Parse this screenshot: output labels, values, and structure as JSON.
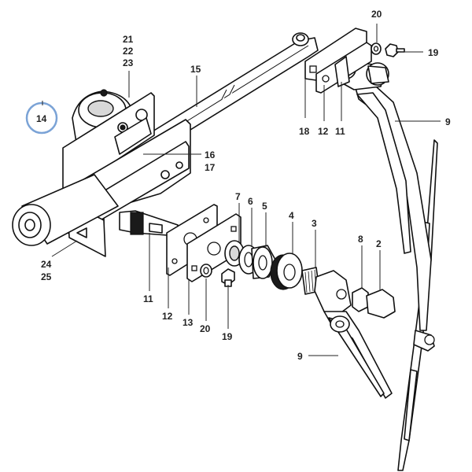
{
  "labels": {
    "l2": "2",
    "l3": "3",
    "l4": "4",
    "l5": "5",
    "l6": "6",
    "l7": "7",
    "l8": "8",
    "l9a": "9",
    "l9b": "9",
    "l11a": "11",
    "l11b": "11",
    "l12a": "12",
    "l12b": "12",
    "l13": "13",
    "l14": "14",
    "l15": "15",
    "l16": "16",
    "l17": "17",
    "l18": "18",
    "l19a": "19",
    "l19b": "19",
    "l20a": "20",
    "l20b": "20",
    "l21": "21",
    "l22": "22",
    "l23": "23",
    "l24": "24",
    "l25": "25"
  },
  "colors": {
    "highlight_ring": "#7ba3d6",
    "line": "#111111"
  }
}
